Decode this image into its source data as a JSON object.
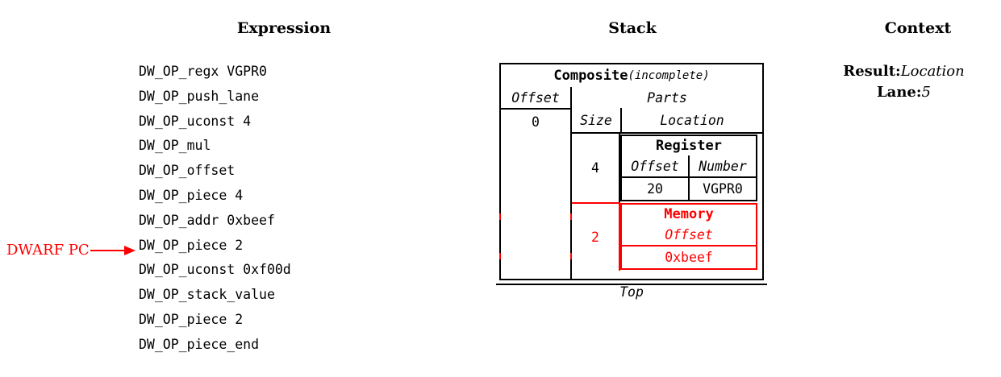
{
  "columns": {
    "expression_heading": "Expression",
    "stack_heading": "Stack",
    "context_heading": "Context"
  },
  "expression": {
    "lines": [
      "DW_OP_regx VGPR0",
      "DW_OP_push_lane",
      "DW_OP_uconst 4",
      "DW_OP_mul",
      "DW_OP_offset",
      "DW_OP_piece 4",
      "DW_OP_addr 0xbeef",
      "DW_OP_piece 2",
      "DW_OP_uconst 0xf00d",
      "DW_OP_stack_value",
      "DW_OP_piece 2",
      "DW_OP_piece_end"
    ],
    "pc_marker": {
      "label": "DWARF PC",
      "points_at_line_index": 8,
      "color": "#ff0000"
    }
  },
  "stack": {
    "entry": {
      "title": "Composite",
      "qualifier": "(incomplete)",
      "offset_header": "Offset",
      "offset_value": "0",
      "parts_header": "Parts",
      "size_header": "Size",
      "location_header": "Location",
      "parts": [
        {
          "size": "4",
          "highlight": false,
          "location": {
            "kind": "Register",
            "headers": [
              "Offset",
              "Number"
            ],
            "values": [
              "20",
              "VGPR0"
            ]
          }
        },
        {
          "size": "2",
          "highlight": true,
          "location": {
            "kind": "Memory",
            "headers": [
              "Offset"
            ],
            "values": [
              "0xbeef"
            ]
          }
        }
      ]
    },
    "top_label": "Top"
  },
  "context": {
    "rows": [
      {
        "key": "Result:",
        "value": "Location"
      },
      {
        "key": "Lane:",
        "value": "5"
      }
    ]
  },
  "colors": {
    "highlight": "#ff0000",
    "ink": "#000000",
    "background": "#ffffff"
  }
}
